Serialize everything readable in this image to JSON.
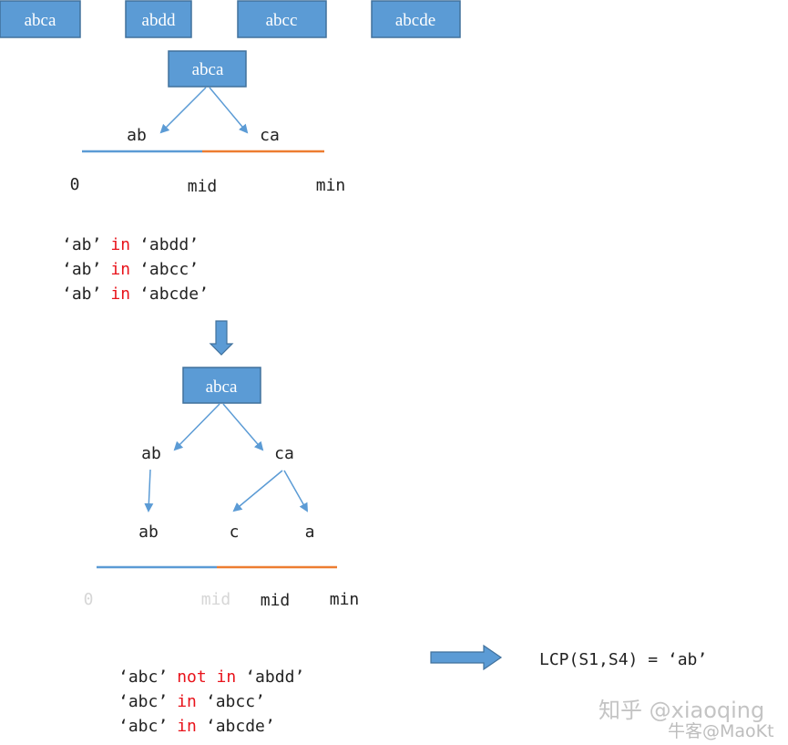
{
  "top_strings": [
    "abca",
    "abdd",
    "abcc",
    "abcde"
  ],
  "colors": {
    "box_fill": "#5b9bd5",
    "box_stroke": "#41719c",
    "line_blue": "#5b9bd5",
    "line_orange": "#ed7d31",
    "keyword_red": "#e8131b",
    "faded": "#d6d6d6"
  },
  "step1": {
    "root": "abca",
    "left": "ab",
    "right": "ca",
    "axis": {
      "start": "0",
      "mid": "mid",
      "end": "min"
    },
    "checks": [
      {
        "sub": "‘ab’",
        "op": "in",
        "target": "‘abdd’"
      },
      {
        "sub": "‘ab’",
        "op": "in",
        "target": "‘abcc’"
      },
      {
        "sub": "‘ab’",
        "op": "in",
        "target": "‘abcde’"
      }
    ]
  },
  "step2": {
    "root": "abca",
    "left": "ab",
    "right": "ca",
    "left_child": "ab",
    "right_children": [
      "c",
      "a"
    ],
    "axis": {
      "start": "0",
      "old_mid": "mid",
      "mid": "mid",
      "end": "min"
    },
    "checks": [
      {
        "sub": "‘abc’",
        "op": "not in",
        "target": "‘abdd’"
      },
      {
        "sub": "‘abc’",
        "op": "in",
        "target": "‘abcc’"
      },
      {
        "sub": "‘abc’",
        "op": "in",
        "target": "‘abcde’"
      }
    ]
  },
  "result": "LCP(S1,S4)  =  ‘ab’",
  "watermark": {
    "line1": "知乎 @xiaoqing",
    "line2": "牛客@MaoKt"
  }
}
